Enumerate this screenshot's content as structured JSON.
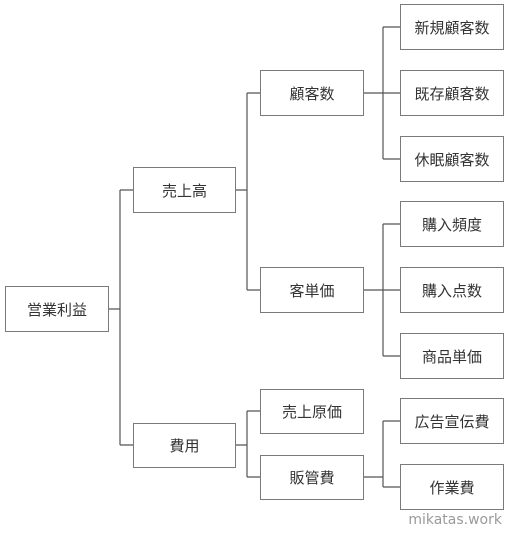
{
  "tree": {
    "root": "営業利益",
    "sales": "売上高",
    "customers": "顧客数",
    "new_customers": "新規顧客数",
    "existing_customers": "既存顧客数",
    "dormant_customers": "休眠顧客数",
    "unit_price": "客単価",
    "purchase_frequency": "購入頻度",
    "purchase_points": "購入点数",
    "product_unit_price": "商品単価",
    "costs": "費用",
    "cost_of_sales": "売上原価",
    "sga": "販管費",
    "advertising": "広告宣伝費",
    "operations": "作業費"
  },
  "watermark": "mikatas.work",
  "colors": {
    "line": "#555555",
    "border": "#7a7a7a",
    "text": "#333333",
    "watermark": "#9a9a9a"
  }
}
